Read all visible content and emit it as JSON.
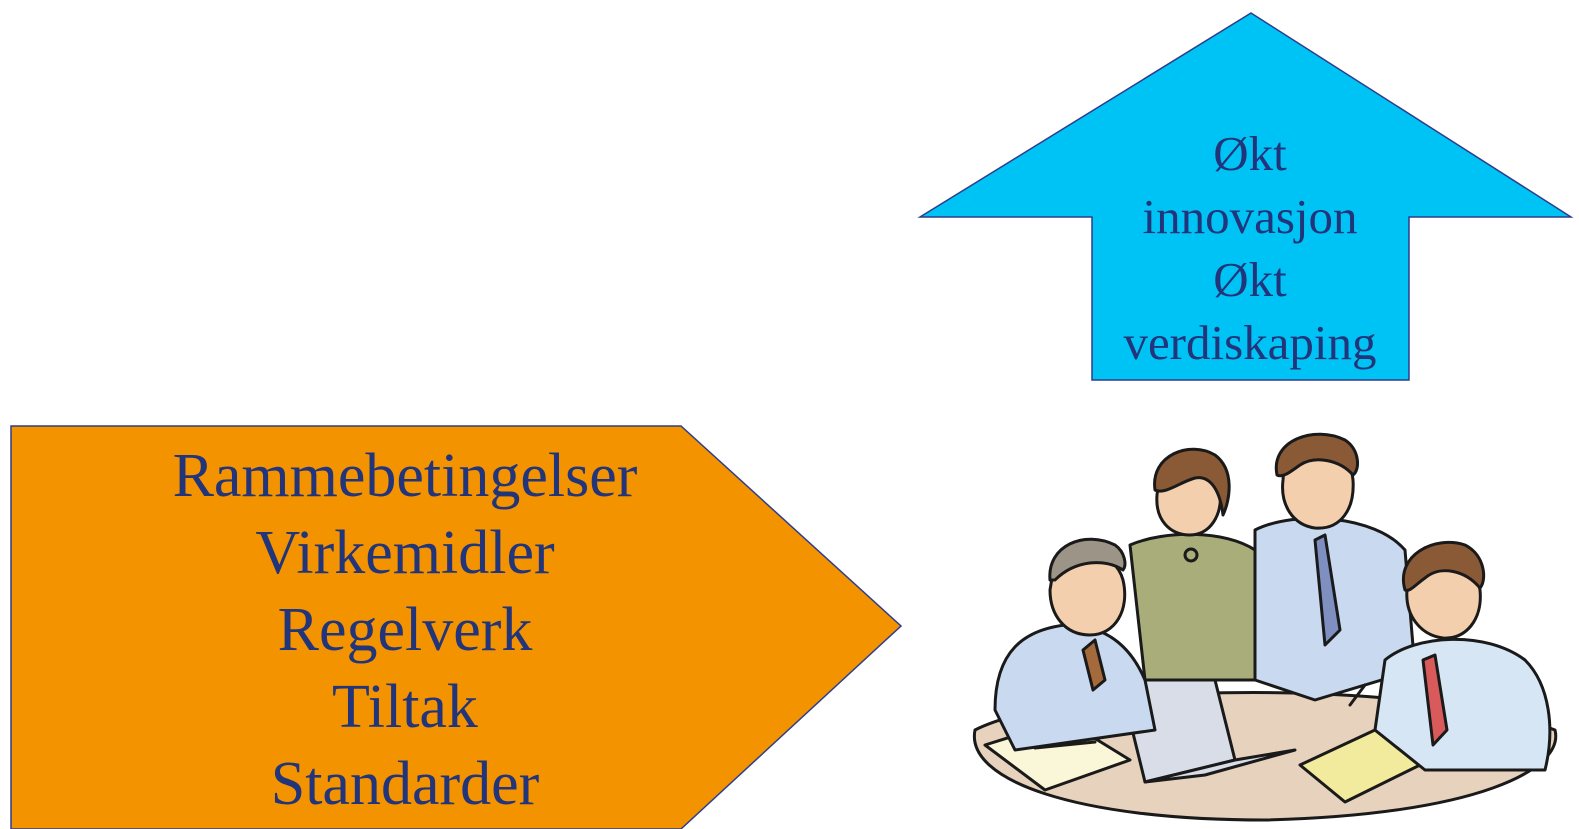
{
  "up_arrow": {
    "lines": [
      "Økt",
      "innovasjon",
      "Økt",
      "verdiskaping"
    ],
    "fill": "#00c3f5",
    "stroke": "#2d3d8c"
  },
  "right_arrow": {
    "lines": [
      "Rammebetingelser",
      "Virkemidler",
      "Regelverk",
      "Tiltak",
      "Standarder"
    ],
    "fill": "#f39300",
    "stroke": "#2d3d8c"
  },
  "text_color": "#23357a",
  "clipart": {
    "icon": "business-meeting-clipart",
    "colors": {
      "skin": "#f3cfae",
      "hair_brown": "#8a5a36",
      "hair_gray": "#9c9486",
      "shirt_blue": "#c9d9f0",
      "vest_olive": "#a9ad7a",
      "table": "#e6d2bd",
      "paper_yellow": "#f2ea9c",
      "laptop": "#d8dde8",
      "tie_red": "#d85a5a"
    }
  }
}
